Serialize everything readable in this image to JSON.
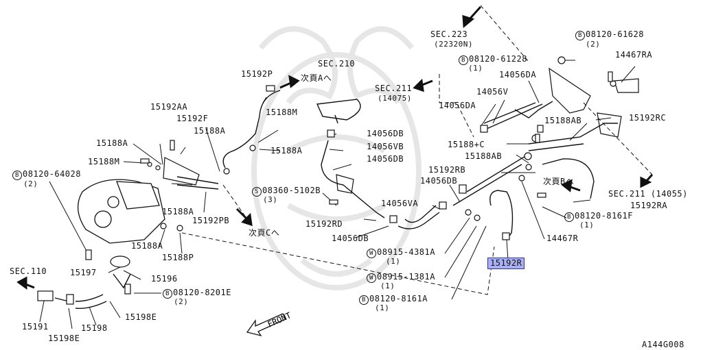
{
  "diagram": {
    "code": "A144G008",
    "front_label": "FRONT",
    "highlight_part": "15192R",
    "labels": {
      "sec223": "SEC.223",
      "sec223_sub": "(22320N)",
      "b61628": "08120-61628",
      "b61628_q": "(2)",
      "b61228": "08120-61228",
      "b61228_q": "(1)",
      "p14467RA": "14467RA",
      "sec210": "SEC.210",
      "sec211a": "SEC.211",
      "sec211a_sub": "(14075)",
      "p14056DA_a": "14056DA",
      "p14056V": "14056V",
      "p14056DA_b": "14056DA",
      "p15192RC": "15192RC",
      "p15188AB_a": "15188AB",
      "p15192P": "15192P",
      "jiA": "次頁Aへ",
      "p15192AA": "15192AA",
      "p15192F": "15192F",
      "p15188M_a": "15188M",
      "p15188A_a": "15188A",
      "p15188A_b": "15188A",
      "p15188M_b": "15188M",
      "p15188A_c": "15188A",
      "p14056DB_a": "14056DB",
      "p14056VB": "14056VB",
      "p14056DB_b": "14056DB",
      "p15188C": "15188+C",
      "p15188AB_b": "15188AB",
      "p15192RB": "15192RB",
      "b64028": "08120-64028",
      "b64028_q": "(2)",
      "p14056DB_c": "14056DB",
      "jiB": "次頁Bへ",
      "sec211b": "SEC.211",
      "sec211b_sub": "(14055)",
      "s5102": "08360-5102B",
      "s5102_q": "(3)",
      "p14056VA": "14056VA",
      "p15192RA": "15192RA",
      "p15188A_d": "15188A",
      "p15192PB": "15192PB",
      "b8161F": "08120-8161F",
      "b8161F_q": "(1)",
      "p15192RD": "15192RD",
      "jiC": "次頁Cへ",
      "p14056DB_d": "14056DB",
      "p14467R": "14467R",
      "p15188A_e": "15188A",
      "p15188P": "15188P",
      "w4381": "08915-4381A",
      "w4381_q": "(1)",
      "sec110": "SEC.110",
      "p15197": "15197",
      "p15196": "15196",
      "w1381": "08915-1381A",
      "w1381_q": "(1)",
      "b8201": "08120-8201E",
      "b8201_q": "(2)",
      "b8161A": "08120-8161A",
      "b8161A_q": "(1)",
      "p15198E_a": "15198E",
      "p15191": "15191",
      "p15198": "15198",
      "p15198E_b": "15198E",
      "p15192R": "15192R"
    },
    "markers": {
      "bolt": "B",
      "screw": "S",
      "washer": "W"
    }
  }
}
